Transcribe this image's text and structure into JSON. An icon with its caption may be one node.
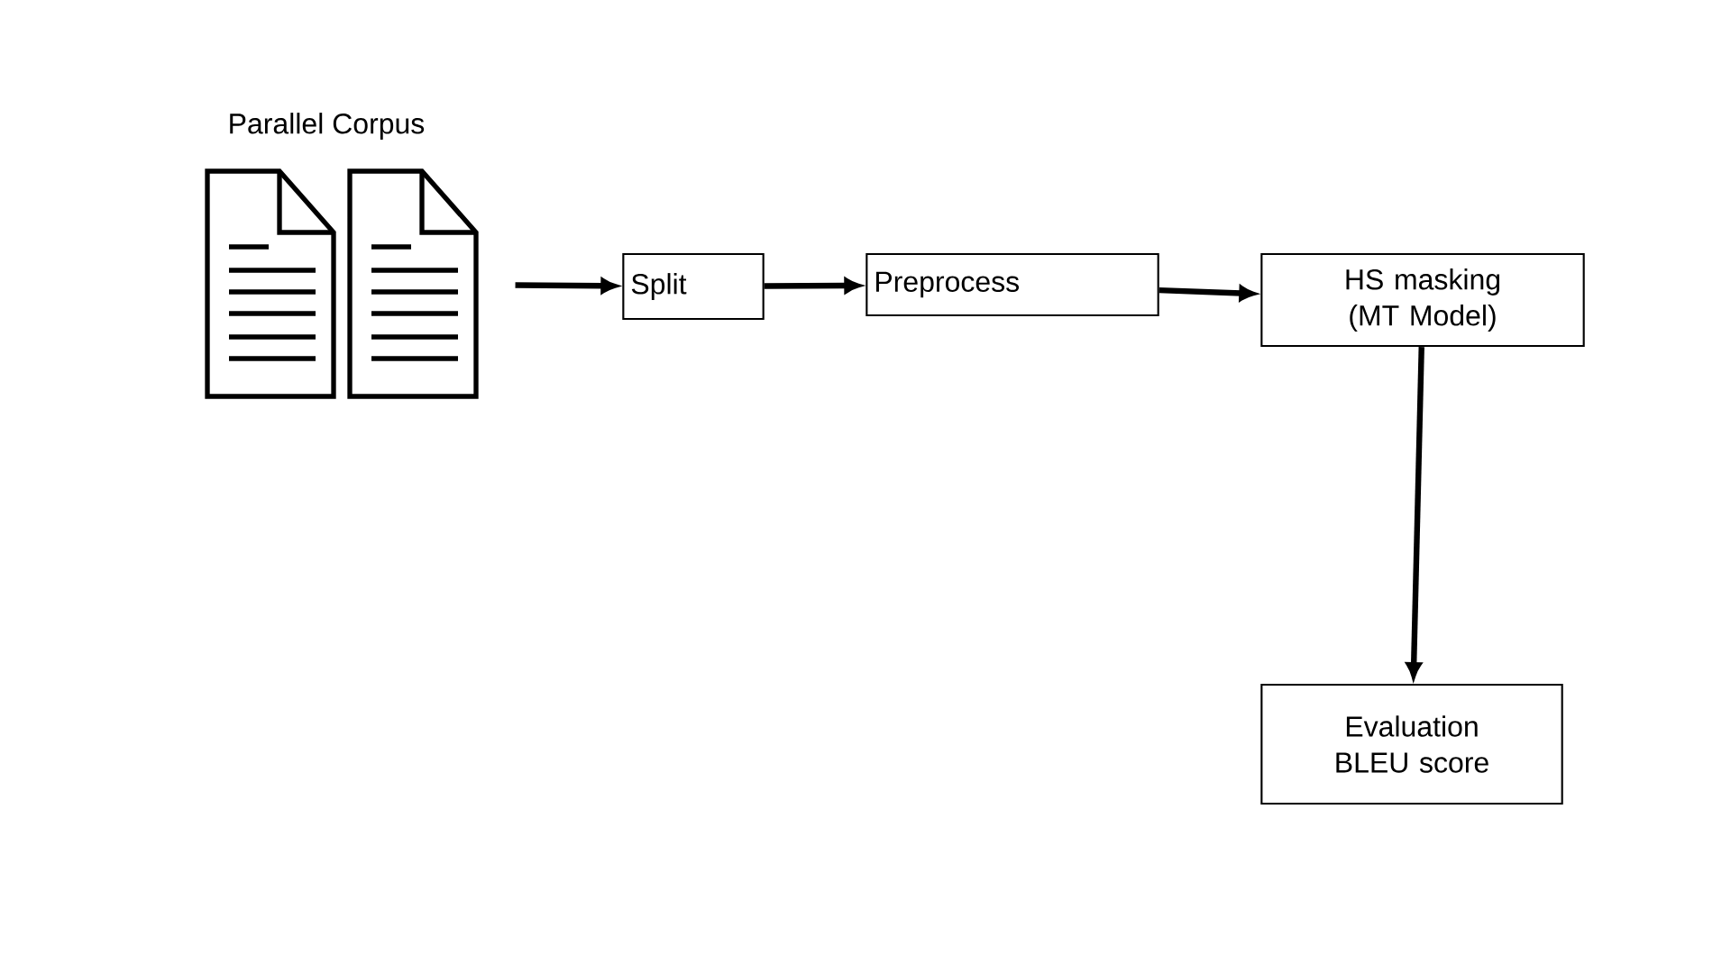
{
  "diagram": {
    "nodes": [
      {
        "text": [
          "Parallel Corpus"
        ]
      },
      {
        "text": [
          "Split"
        ]
      },
      {
        "text": [
          "Preprocess"
        ]
      },
      {
        "text": [
          "HS masking (MT Model)"
        ]
      },
      {
        "text": [
          "Evaluation BLEU score"
        ]
      }
    ],
    "edges": [
      {
        "from": 0,
        "to": 1,
        "arrow": "to"
      },
      {
        "from": 1,
        "to": 2,
        "arrow": "to"
      },
      {
        "from": 2,
        "to": 3,
        "arrow": "to"
      },
      {
        "from": 3,
        "to": 4,
        "arrow": "to"
      }
    ]
  }
}
